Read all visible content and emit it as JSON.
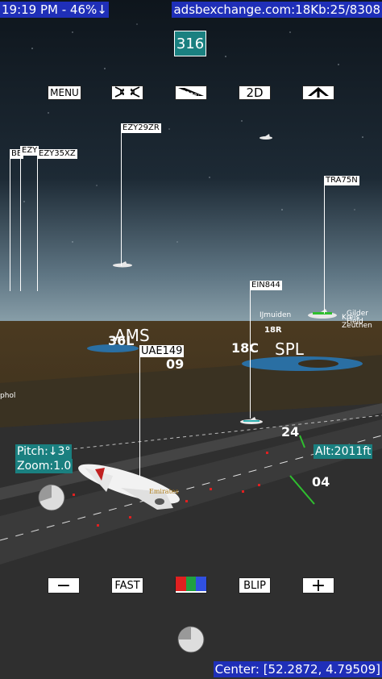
{
  "status_bar": {
    "left": "19:19 PM - 46%↓",
    "right": "adsbexchange.com:18Kb:25/8308"
  },
  "heading": "316",
  "top_toolbar": {
    "menu_label": "MENU",
    "shrink_icon": "collapse-arrows-icon",
    "runway_icon": "runway-icon",
    "mode_label": "2D",
    "north_icon": "up-arrow-icon"
  },
  "aircraft_labels": [
    "EZY29ZR",
    "BE",
    "EZY",
    "EZY35XZ",
    "TRA75N",
    "EIN844",
    "UAE149"
  ],
  "airports": [
    "AMS",
    "SPL"
  ],
  "runways": [
    "36L",
    "18C",
    "18R",
    "09",
    "24",
    "04"
  ],
  "places": [
    "IJmuiden",
    "Gilder Field",
    "Kreis Zeuthen",
    "phol"
  ],
  "pitch": "Pitch:↓3°",
  "zoom": "Zoom:1.0",
  "altitude": "Alt:2011ft",
  "bottom_toolbar": {
    "zoom_out_label": "−",
    "fast_label": "FAST",
    "color_icon": "rgb-color-icon",
    "blip_label": "BLIP",
    "zoom_in_label": "+"
  },
  "center": "Center: [52.2872, 4.79509]",
  "colors": {
    "status_bg": "#1f2fb8",
    "heading_bg": "#1a8080",
    "info_bg": "#1a8080"
  }
}
